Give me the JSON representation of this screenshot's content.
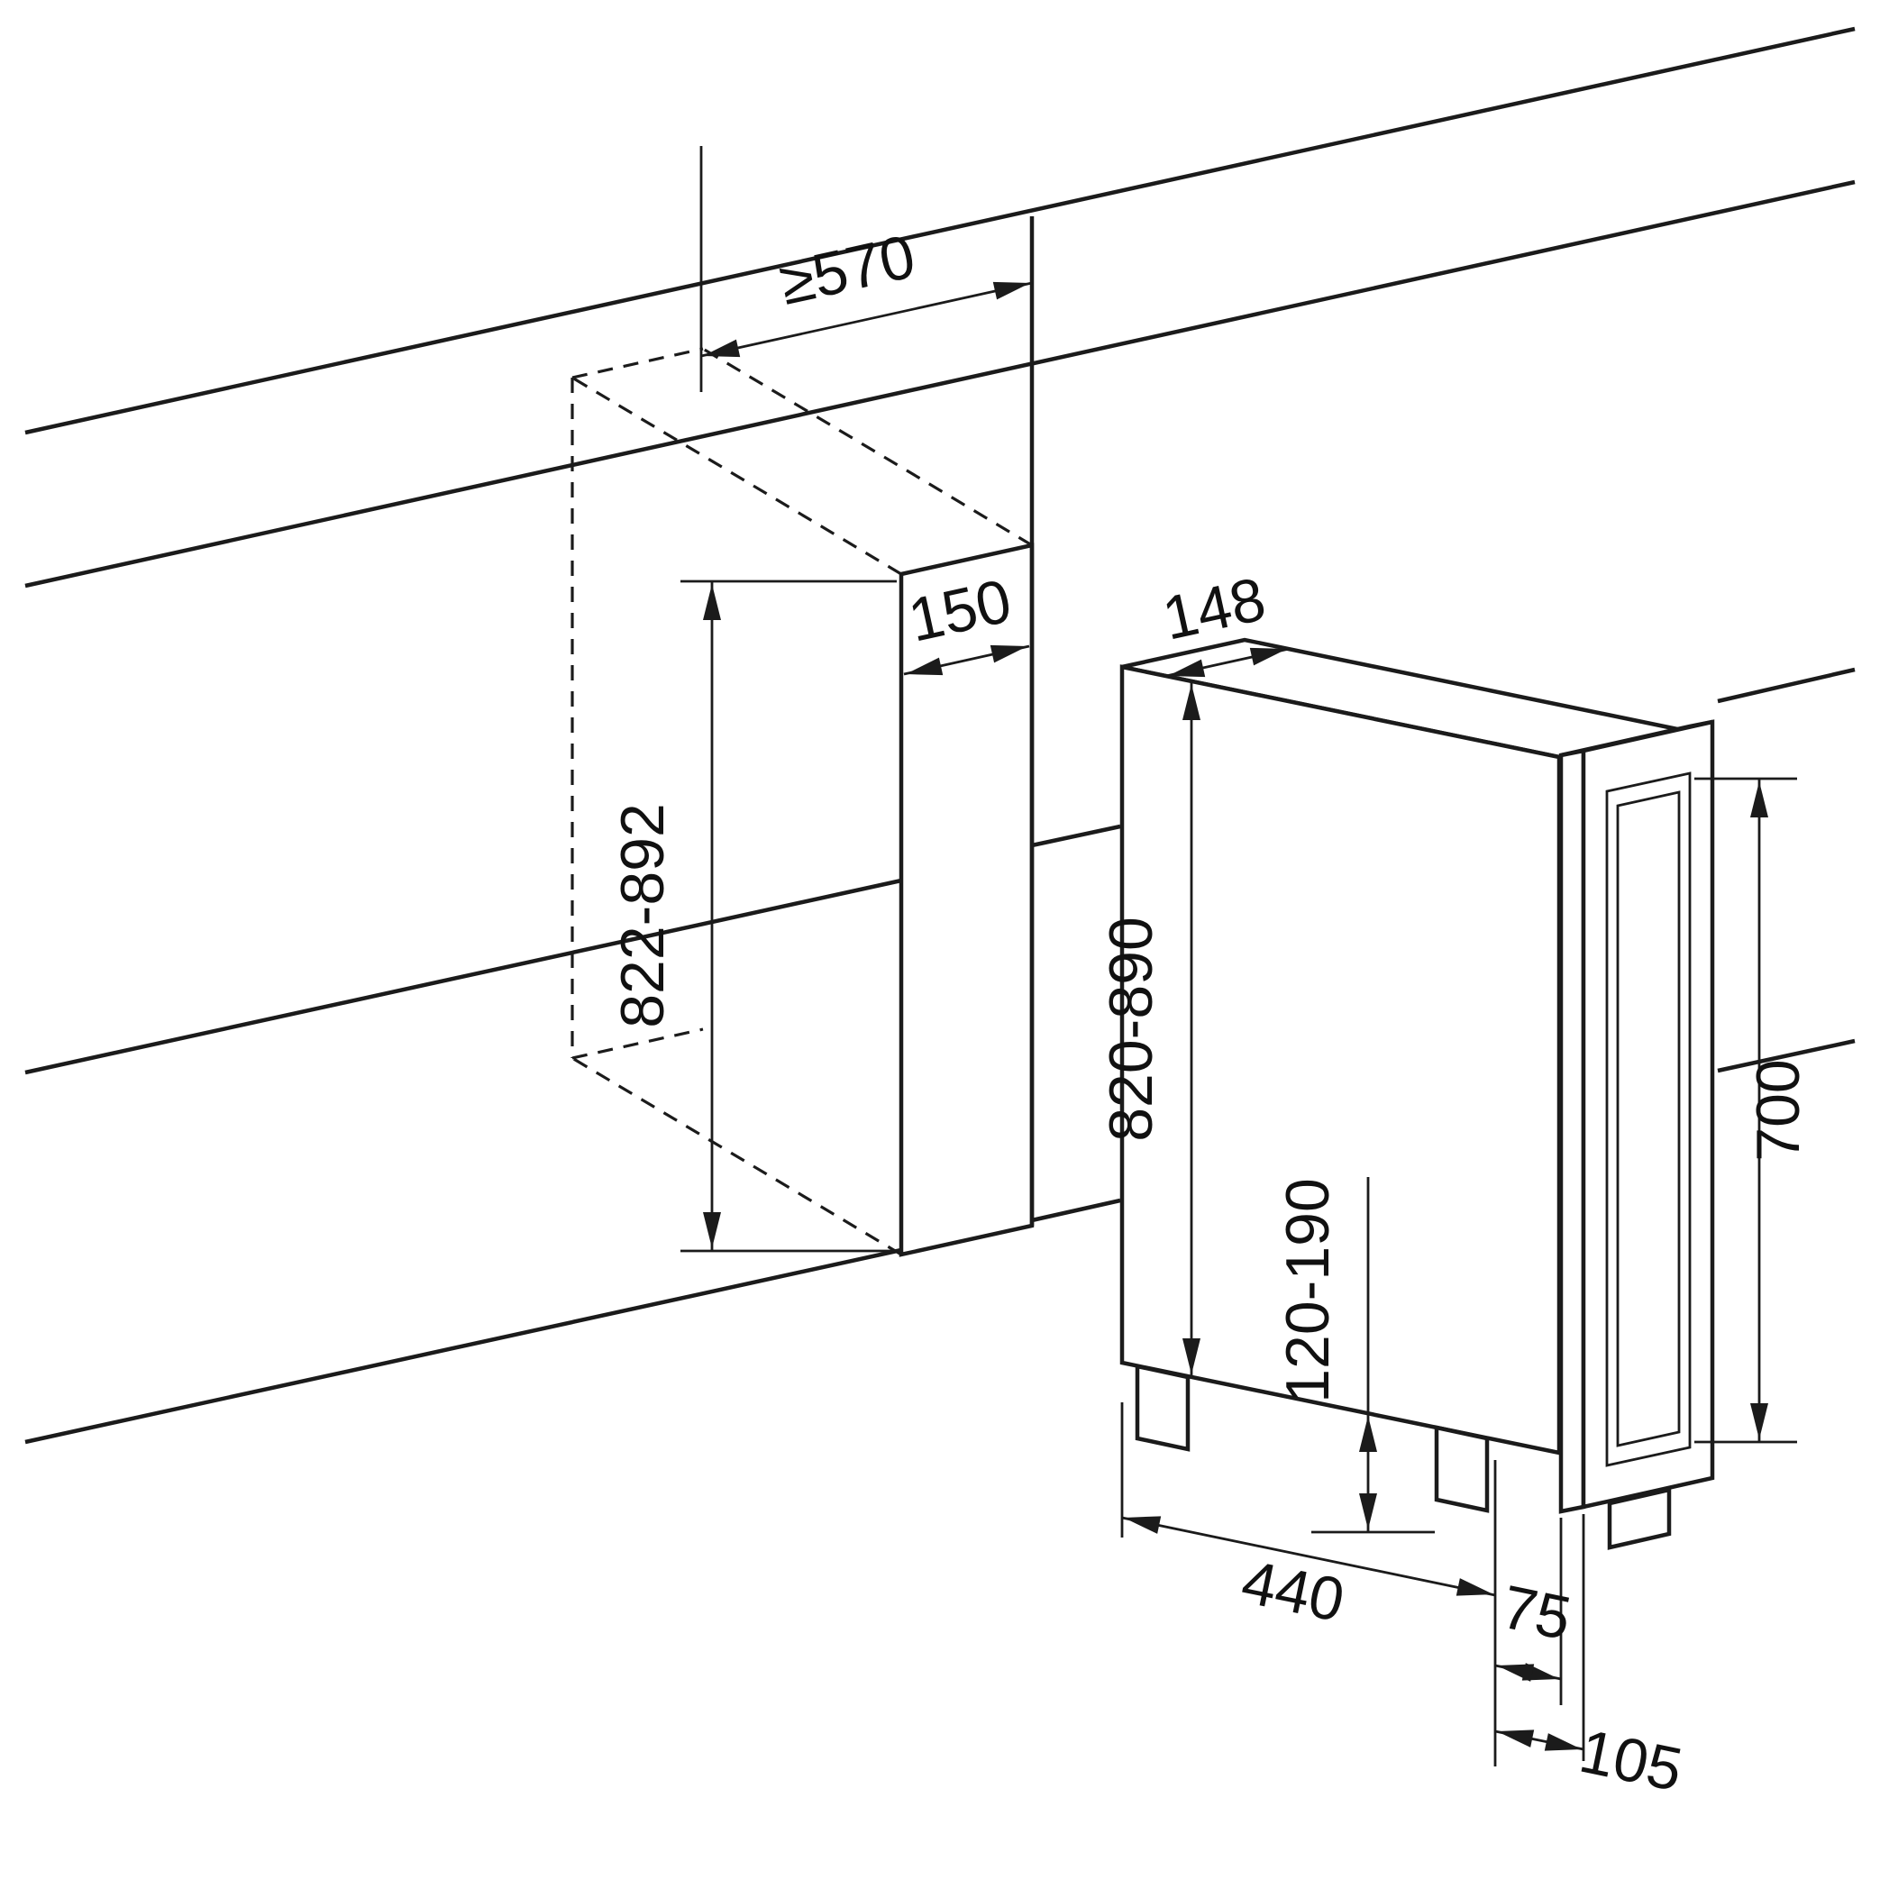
{
  "diagram": {
    "type": "installation-dimension-drawing",
    "subject": "built-in slim under-counter wine-cooler niche and appliance"
  },
  "dims": {
    "depth_min": "≥570",
    "niche_width": "150",
    "niche_height": "822-892",
    "unit_width": "148",
    "unit_height": "820-890",
    "feet_height": "120-190",
    "door_glass_height": "700",
    "unit_depth": "440",
    "gap_75": "75",
    "gap_105": "105"
  },
  "colors": {
    "line": "#1b1b1b",
    "niche_fill": "#c7c7c7",
    "glass_fill": "#c3c7c9",
    "glass_frame_fill": "#d9dcdd",
    "background": "#ffffff"
  }
}
